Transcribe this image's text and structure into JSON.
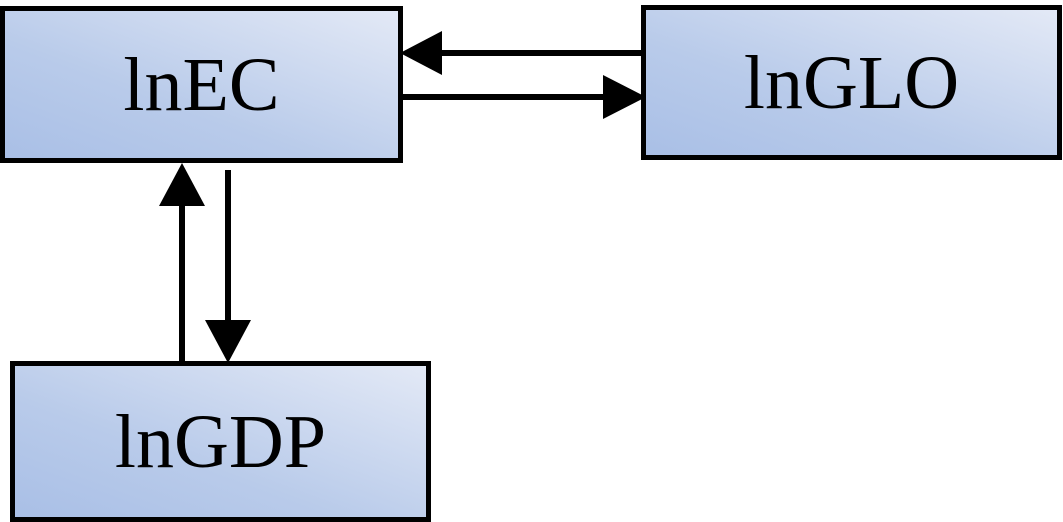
{
  "nodes": {
    "lnec": {
      "label": "lnEC"
    },
    "lnglo": {
      "label": "lnGLO"
    },
    "lngdp": {
      "label": "lnGDP"
    }
  },
  "edges": [
    {
      "from": "lnglo",
      "to": "lnec"
    },
    {
      "from": "lnec",
      "to": "lnglo"
    },
    {
      "from": "lngdp",
      "to": "lnec"
    },
    {
      "from": "lnec",
      "to": "lngdp"
    }
  ],
  "colors": {
    "stroke": "#000000",
    "fill_light": "#e3e9f6",
    "fill_dark": "#a9bfe6"
  }
}
